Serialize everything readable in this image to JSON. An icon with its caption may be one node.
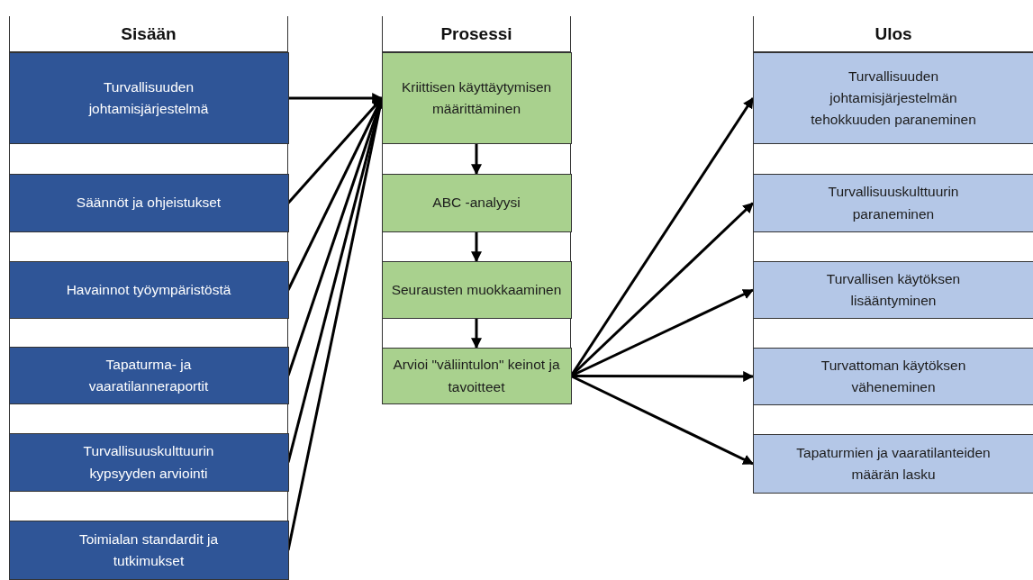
{
  "diagram": {
    "nodes": [
      {
        "text": [
          "Sisään"
        ]
      },
      {
        "text": [
          "Turvallisuuden johtamisjärjestelmä"
        ],
        "in": 0
      },
      {
        "text": [
          "Säännöt ja ohjeistukset"
        ],
        "in": 0
      },
      {
        "text": [
          "Havainnot työympäristöstä"
        ],
        "in": 0
      },
      {
        "text": [
          "Tapaturma- ja vaaratilanneraportit"
        ],
        "in": 0
      },
      {
        "text": [
          "Turvallisuuskulttuurin kypsyyden arviointi"
        ],
        "in": 0
      },
      {
        "text": [
          "Toimialan standardit ja tutkimukset"
        ],
        "in": 0
      },
      {
        "text": [
          "Prosessi"
        ]
      },
      {
        "text": [
          "Kriittisen käyttäytymisen määrittäminen"
        ],
        "in": 7
      },
      {
        "text": [
          "ABC -analyysi"
        ],
        "in": 7
      },
      {
        "text": [
          "Seurausten muokkaaminen"
        ],
        "in": 7
      },
      {
        "text": [
          "Arvioi \"väliintulon\" keinot ja tavoitteet"
        ],
        "in": 7
      },
      {
        "text": [
          "Ulos"
        ]
      },
      {
        "text": [
          "Turvallisuuden johtamisjärjestelmän tehokkuuden paraneminen"
        ],
        "in": 12
      },
      {
        "text": [
          "Turvallisuuskulttuurin paraneminen"
        ],
        "in": 12
      },
      {
        "text": [
          "Turvallisen käytöksen lisääntyminen"
        ],
        "in": 12
      },
      {
        "text": [
          "Turvattoman käytöksen väheneminen"
        ],
        "in": 12
      },
      {
        "text": [
          "Tapaturmien ja vaaratilanteiden määrän lasku"
        ],
        "in": 12
      }
    ],
    "edges": [
      {
        "from": 1,
        "to": 8,
        "arrow": "to"
      },
      {
        "from": 2,
        "to": 8,
        "arrow": "to"
      },
      {
        "from": 3,
        "to": 8,
        "arrow": "to"
      },
      {
        "from": 4,
        "to": 8,
        "arrow": "to"
      },
      {
        "from": 5,
        "to": 8,
        "arrow": "to"
      },
      {
        "from": 6,
        "to": 8,
        "arrow": "to"
      },
      {
        "from": 8,
        "to": 9,
        "arrow": "to"
      },
      {
        "from": 9,
        "to": 10,
        "arrow": "to"
      },
      {
        "from": 10,
        "to": 11,
        "arrow": "to"
      },
      {
        "from": 11,
        "to": 13,
        "arrow": "to"
      },
      {
        "from": 11,
        "to": 14,
        "arrow": "to"
      },
      {
        "from": 11,
        "to": 15,
        "arrow": "to"
      },
      {
        "from": 11,
        "to": 16,
        "arrow": "to"
      },
      {
        "from": 11,
        "to": 17,
        "arrow": "to"
      }
    ]
  }
}
